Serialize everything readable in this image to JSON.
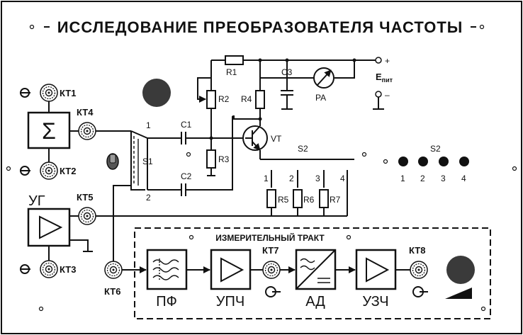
{
  "title": "ИССЛЕДОВАНИЕ  ПРЕОБРАЗОВАТЕЛЯ ЧАСТОТЫ",
  "connectors": {
    "kt1": "КТ1",
    "kt2": "КТ2",
    "kt3": "КТ3",
    "kt4": "КТ4",
    "kt5": "КТ5",
    "kt6": "КТ6",
    "kt7": "КТ7",
    "kt8": "КТ8"
  },
  "blocks": {
    "sum_symbol": "Σ",
    "ug": "УГ",
    "pf": "ПФ",
    "upch": "УПЧ",
    "ad": "АД",
    "uzch": "УЗЧ"
  },
  "components": {
    "r1": "R1",
    "r2": "R2",
    "r3": "R3",
    "r4": "R4",
    "r5": "R5",
    "r6": "R6",
    "r7": "R7",
    "c1": "C1",
    "c2": "C2",
    "c3": "C3",
    "pa": "PA",
    "vt": "VT"
  },
  "switch_s1": {
    "label": "S1",
    "pos1": "1",
    "pos2": "2"
  },
  "switch_s2": {
    "label": "S2",
    "taps": [
      "1",
      "2",
      "3",
      "4"
    ]
  },
  "selector_s2": {
    "label": "S2",
    "positions": [
      "1",
      "2",
      "3",
      "4"
    ]
  },
  "power": {
    "label": "E",
    "subscript": "пит",
    "plus": "+",
    "minus": "–"
  },
  "measurement_path": {
    "label": "ИЗМЕРИТЕЛЬНЫЙ   ТРАКТ"
  },
  "colors": {
    "ink": "#111111",
    "knob": "#3a3a3a"
  }
}
